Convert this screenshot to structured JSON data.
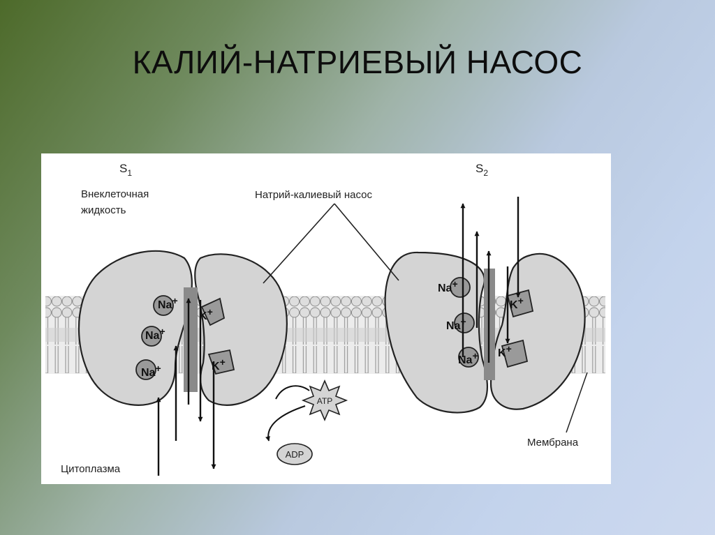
{
  "slide": {
    "title": "КАЛИЙ-НАТРИЕВЫЙ НАСОС"
  },
  "diagram": {
    "state1": {
      "s": "S",
      "sub": "1"
    },
    "state2": {
      "s": "S",
      "sub": "2"
    },
    "extracellular_line1": "Внеклеточная",
    "extracellular_line2": "жидкость",
    "pump_label": "Натрий-калиевый насос",
    "cytoplasm_label": "Цитоплазма",
    "membrane_label": "Мембрана",
    "atp_label": "ATP",
    "adp_label": "ADP",
    "sodium": "Na",
    "potassium": "K",
    "plus": "+"
  }
}
